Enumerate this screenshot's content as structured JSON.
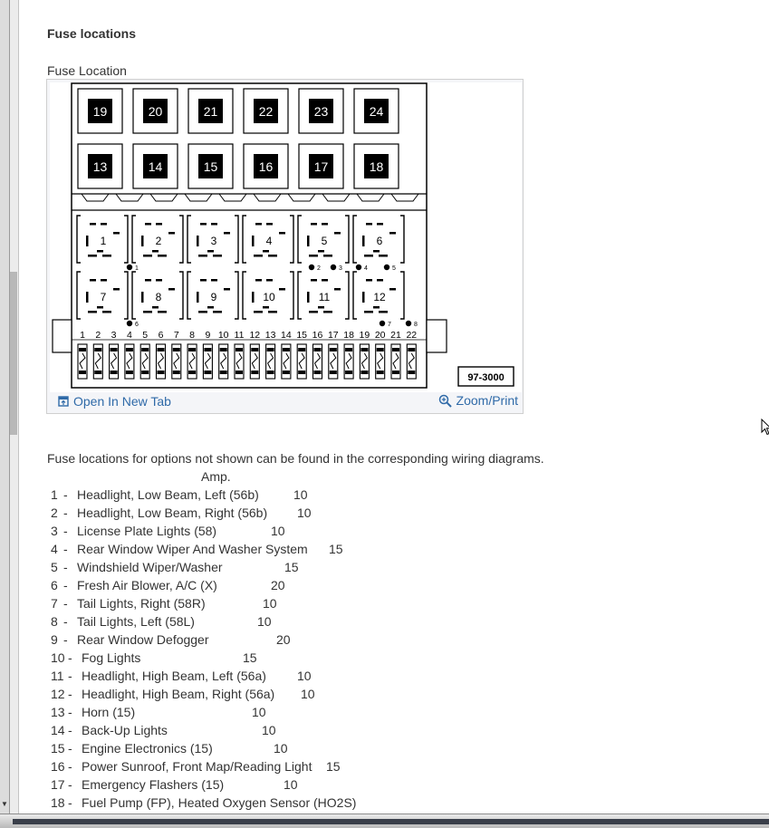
{
  "page": {
    "heading": "Fuse locations",
    "figure_label": "Fuse Location",
    "open_in_new_tab": "Open In New Tab",
    "zoom_print": "Zoom/Print",
    "intro": "Fuse locations for options not shown can be found in the corresponding wiring diagrams.",
    "amp_header": "Amp."
  },
  "diagram": {
    "relay_top": [
      "19",
      "20",
      "21",
      "22",
      "23",
      "24"
    ],
    "relay_mid": [
      "13",
      "14",
      "15",
      "16",
      "17",
      "18"
    ],
    "relay_row1": [
      "1",
      "2",
      "3",
      "4",
      "5",
      "6"
    ],
    "relay_row2": [
      "7",
      "8",
      "9",
      "10",
      "11",
      "12"
    ],
    "fuse_numbers": [
      "1",
      "2",
      "3",
      "4",
      "5",
      "6",
      "7",
      "8",
      "9",
      "10",
      "11",
      "12",
      "13",
      "14",
      "15",
      "16",
      "17",
      "18",
      "19",
      "20",
      "21",
      "22"
    ],
    "bullets": [
      "1",
      "2",
      "3",
      "4",
      "5",
      "6",
      "7",
      "8"
    ],
    "code": "97-3000"
  },
  "fuses": [
    {
      "num": "1",
      "desc": "Headlight, Low Beam, Left (56b)",
      "amp": "10"
    },
    {
      "num": "2",
      "desc": "Headlight, Low Beam, Right (56b)",
      "amp": "10"
    },
    {
      "num": "3",
      "desc": "License Plate Lights (58)",
      "amp": "10"
    },
    {
      "num": "4",
      "desc": "Rear Window Wiper And Washer System",
      "amp": "15"
    },
    {
      "num": "5",
      "desc": "Windshield Wiper/Washer",
      "amp": "15"
    },
    {
      "num": "6",
      "desc": "Fresh Air Blower, A/C (X)",
      "amp": "20"
    },
    {
      "num": "7",
      "desc": "Tail Lights, Right (58R)",
      "amp": "10"
    },
    {
      "num": "8",
      "desc": "Tail Lights, Left (58L)",
      "amp": "10"
    },
    {
      "num": "9",
      "desc": "Rear Window Defogger",
      "amp": "20"
    },
    {
      "num": "10",
      "desc": "Fog Lights",
      "amp": "15"
    },
    {
      "num": "11",
      "desc": "Headlight, High Beam, Left (56a)",
      "amp": "10"
    },
    {
      "num": "12",
      "desc": "Headlight, High Beam, Right (56a)",
      "amp": "10"
    },
    {
      "num": "13",
      "desc": "Horn (15)",
      "amp": "10"
    },
    {
      "num": "14",
      "desc": "Back-Up Lights",
      "amp": "10"
    },
    {
      "num": "15",
      "desc": "Engine Electronics (15)",
      "amp": "10"
    },
    {
      "num": "16",
      "desc": "Power Sunroof, Front Map/Reading Light",
      "amp": "15"
    },
    {
      "num": "17",
      "desc": "Emergency Flashers (15)",
      "amp": "10"
    },
    {
      "num": "18",
      "desc": "Fuel Pump (FP), Heated Oxygen Sensor (HO2S)",
      "amp": ""
    }
  ]
}
